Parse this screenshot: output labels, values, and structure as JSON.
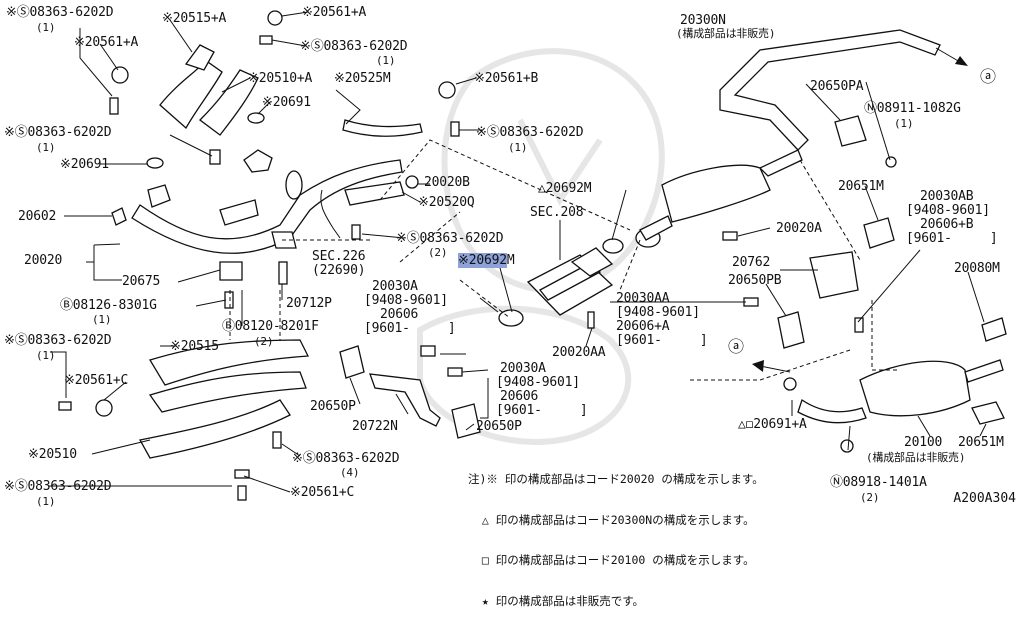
{
  "diagram": {
    "labels": {
      "l01": "※Ⓢ08363-6202D",
      "l01b": "(1)",
      "l02": "※20561+A",
      "l03": "※20515+A",
      "l04": "※20561+A",
      "l05": "※Ⓢ08363-6202D",
      "l05b": "(1)",
      "l06": "※20510+A",
      "l07": "※20525M",
      "l08": "※20561+B",
      "l09": "※20691",
      "l10": "※Ⓢ08363-6202D",
      "l10b": "(1)",
      "l11": "※Ⓢ08363-6202D",
      "l11b": "(1)",
      "l12": "※20691",
      "l13": "20602",
      "l14": "20020",
      "l15": "20675",
      "l16": "Ⓑ08126-8301G",
      "l16b": "(1)",
      "l17": "20712P",
      "l18": "Ⓑ08120-8201F",
      "l18b": "(2)",
      "l19": "20020B",
      "l20": "※20520Q",
      "l21": "※Ⓢ08363-6202D",
      "l21b": "(2)",
      "l22": "SEC.226",
      "l22b": "(22690)",
      "l23": "SEC.208",
      "l24": "△20692M",
      "l25h": "※20692",
      "l25": "M",
      "l26": "20030A",
      "l27": "[9408-9601]",
      "l28": "20606",
      "l29": "[9601-     ]",
      "l30": "20300N",
      "l30b": "(構成部品は非販売)",
      "l31": "20650PA",
      "l32": "Ⓝ08911-1082G",
      "l32b": "(1)",
      "l33": "20651M",
      "l34": "20030AB",
      "l35": "[9408-9601]",
      "l36": "20606+B",
      "l37": "[9601-     ]",
      "l38": "20020A",
      "l39": "20762",
      "l40": "20080M",
      "l41": "20650PB",
      "l42": "20030AA",
      "l43": "[9408-9601]",
      "l44": "20606+A",
      "l45": "[9601-     ]",
      "l46": "20020AA",
      "l47": "※Ⓢ08363-6202D",
      "l47b": "(1)",
      "l48": "※20515",
      "l49": "※20561+C",
      "l50": "※20510",
      "l51": "※Ⓢ08363-6202D",
      "l51b": "(1)",
      "l52": "※20561+C",
      "l53": "※Ⓢ08363-6202D",
      "l53b": "(4)",
      "l54": "20650P",
      "l55": "20722N",
      "l56": "20650P",
      "l57": "20030A",
      "l58": "[9408-9601]",
      "l59": "20606",
      "l60": "[9601-     ]",
      "l61": "△◻20691+A",
      "l62": "20100",
      "l62b": "(構成部品は非販売)",
      "l63": "20651M",
      "l64": "Ⓝ08918-1401A",
      "l64b": "(2)",
      "ref_a1": "ⓐ",
      "ref_a2": "ⓐ"
    },
    "notes": [
      "注)※ 印の構成部品はコード20020 の構成を示します。",
      "  △ 印の構成部品はコード20300Nの構成を示します。",
      "  □ 印の構成部品はコード20100 の構成を示します。",
      "  ★ 印の構成部品は非販売です。"
    ],
    "figure_code": "A200A304"
  }
}
